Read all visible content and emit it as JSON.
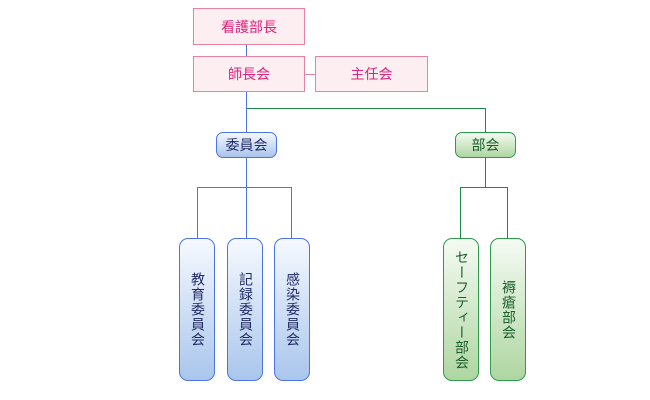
{
  "org_chart": {
    "head": {
      "label": "看護部長"
    },
    "council": {
      "label": "師長会"
    },
    "chief_council": {
      "label": "主任会"
    },
    "committees": {
      "label": "委員会",
      "children": [
        {
          "label": "教育委員会"
        },
        {
          "label": "記録委員会"
        },
        {
          "label": "感染委員会"
        }
      ]
    },
    "sections": {
      "label": "部会",
      "children": [
        {
          "label": "セーフティー部会"
        },
        {
          "label": "褥瘡部会"
        }
      ]
    }
  },
  "colors": {
    "pink_border": "#e882a3",
    "pink_fill": "#fdeef2",
    "pink_text": "#e0227a",
    "blue_line": "#4d74e6",
    "green_line": "#1e8a45"
  }
}
